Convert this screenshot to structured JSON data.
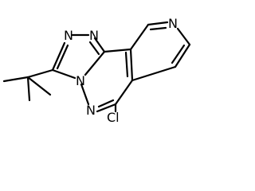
{
  "molecule": {
    "atom_labels": {
      "n1": "N",
      "n2": "N",
      "n3": "N",
      "n4": "N",
      "n5": "N",
      "cl": "Cl"
    },
    "colors": {
      "bond": "#000000",
      "label": "#000000",
      "background": "#ffffff"
    }
  }
}
